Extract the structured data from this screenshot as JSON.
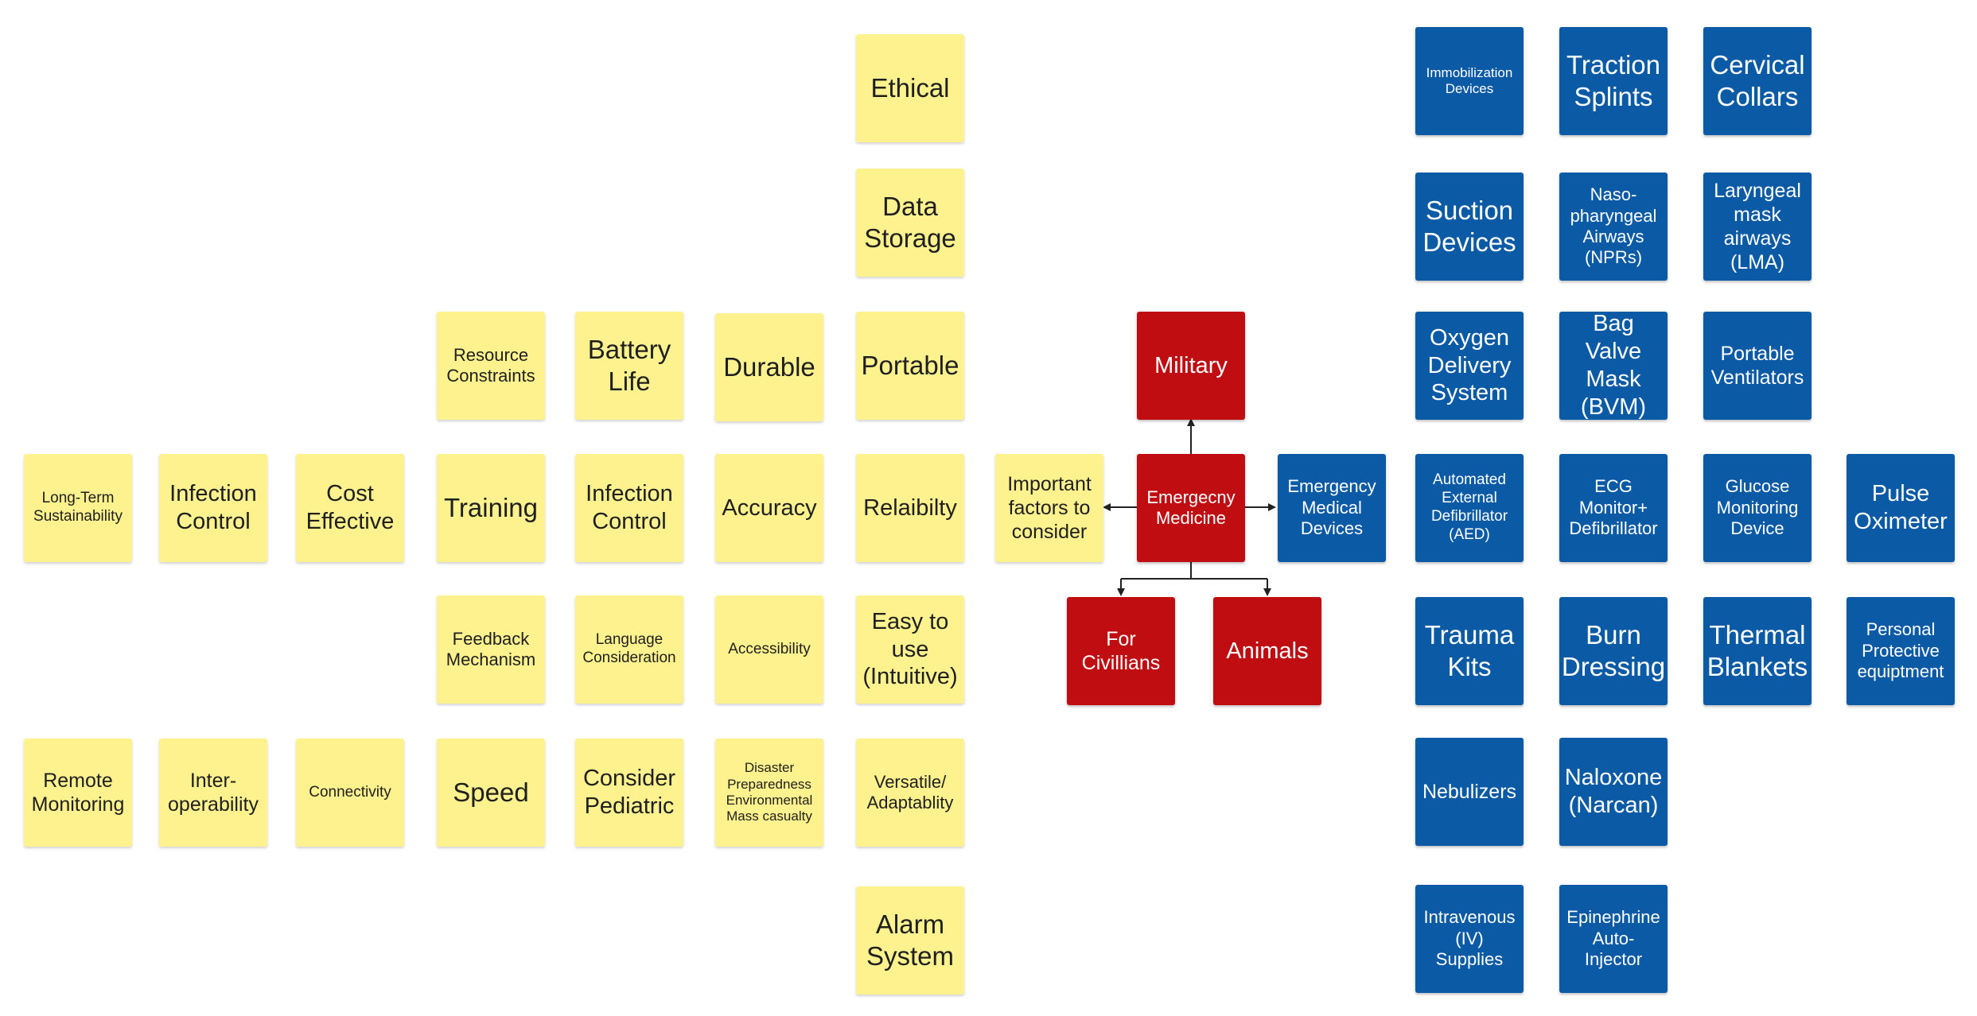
{
  "colors": {
    "background": "#ffffff",
    "yellow_note": "#fdf28d",
    "blue_note": "#0a5aa5",
    "red_note": "#c00d12",
    "connector": "#222222"
  },
  "center": {
    "main": "Emergecny\nMedicine",
    "military": "Military",
    "civilians": "For\nCivillians",
    "animals": "Animals",
    "factors": "Important\nfactors to\nconsider",
    "devices": "Emergency\nMedical\nDevices"
  },
  "factors": {
    "ethical": "Ethical",
    "data_storage": "Data\nStorage",
    "resource_constraints": "Resource\nConstraints",
    "battery_life": "Battery\nLife",
    "durable": "Durable",
    "portable": "Portable",
    "long_term_sustainability": "Long-Term\nSustainability",
    "infection_control_1": "Infection\nControl",
    "cost_effective": "Cost\nEffective",
    "training": "Training",
    "infection_control_2": "Infection\nControl",
    "accuracy": "Accuracy",
    "reliability": "Relaibilty",
    "feedback_mechanism": "Feedback\nMechanism",
    "language_consideration": "Language\nConsideration",
    "accessibility": "Accessibility",
    "easy_to_use": "Easy to\nuse\n(Intuitive)",
    "remote_monitoring": "Remote\nMonitoring",
    "interoperability": "Inter-\noperability",
    "connectivity": "Connectivity",
    "speed": "Speed",
    "consider_pediatric": "Consider\nPediatric",
    "disaster_preparedness": "Disaster\nPreparedness\nEnvironmental\nMass casualty",
    "versatile": "Versatile/\nAdaptablity",
    "alarm_system": "Alarm\nSystem"
  },
  "devices": {
    "immobilization": "Immobilization\nDevices",
    "traction_splints": "Traction\nSplints",
    "cervical_collars": "Cervical\nCollars",
    "suction": "Suction\nDevices",
    "npr": "Naso-\npharyngeal\nAirways\n(NPRs)",
    "lma": "Laryngeal\nmask\nairways\n(LMA)",
    "oxygen": "Oxygen\nDelivery\nSystem",
    "bvm": "Bag Valve\nMask\n(BVM)",
    "ventilators": "Portable\nVentilators",
    "aed": "Automated\nExternal\nDefibrillator\n(AED)",
    "ecg": "ECG\nMonitor+\nDefibrillator",
    "glucose": "Glucose\nMonitoring\nDevice",
    "pulse_oximeter": "Pulse\nOximeter",
    "trauma_kits": "Trauma\nKits",
    "burn_dressing": "Burn\nDressing",
    "thermal_blankets": "Thermal\nBlankets",
    "ppe": "Personal\nProtective\nequiptment",
    "nebulizers": "Nebulizers",
    "naloxone": "Naloxone\n(Narcan)",
    "iv_supplies": "Intravenous\n(IV)\nSupplies",
    "epinephrine": "Epinephrine\nAuto-\nInjector"
  }
}
